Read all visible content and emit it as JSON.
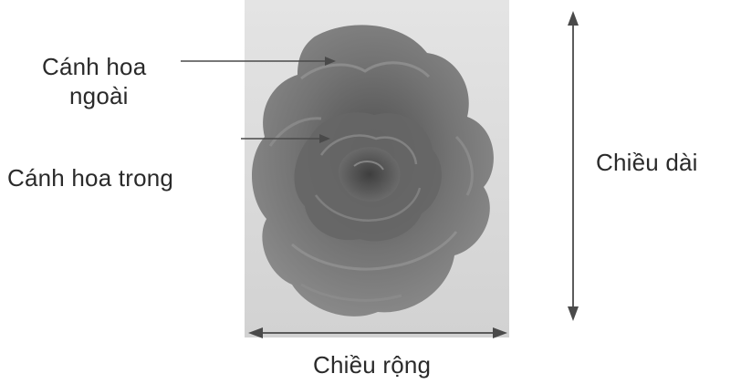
{
  "labels": {
    "outer_petal_line1": "Cánh hoa",
    "outer_petal_line2": "ngoài",
    "inner_petal": "Cánh hoa trong",
    "length": "Chiều dài",
    "width": "Chiều rộng"
  },
  "colors": {
    "text": "#2a2a2a",
    "arrow": "#4a4a4a",
    "photo_background": "#dcdcdc",
    "petal": "#7a7a7a"
  }
}
